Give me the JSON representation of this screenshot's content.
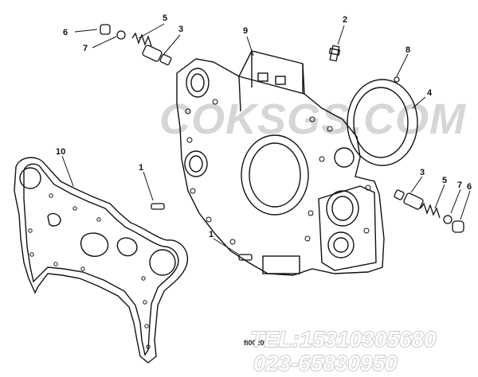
{
  "callouts": {
    "c1a": "1",
    "c1b": "1",
    "c2": "2",
    "c3a": "3",
    "c3b": "3",
    "c4": "4",
    "c5a": "5",
    "c5b": "5",
    "c6a": "6",
    "c6b": "6",
    "c7a": "7",
    "c7b": "7",
    "c8": "8",
    "c9": "9",
    "c10": "10"
  },
  "watermark": "COKSGS.COM",
  "contact": {
    "tel": "TEL:15310305680",
    "phone": "023-65830950"
  },
  "drawing_code": "fi00200"
}
